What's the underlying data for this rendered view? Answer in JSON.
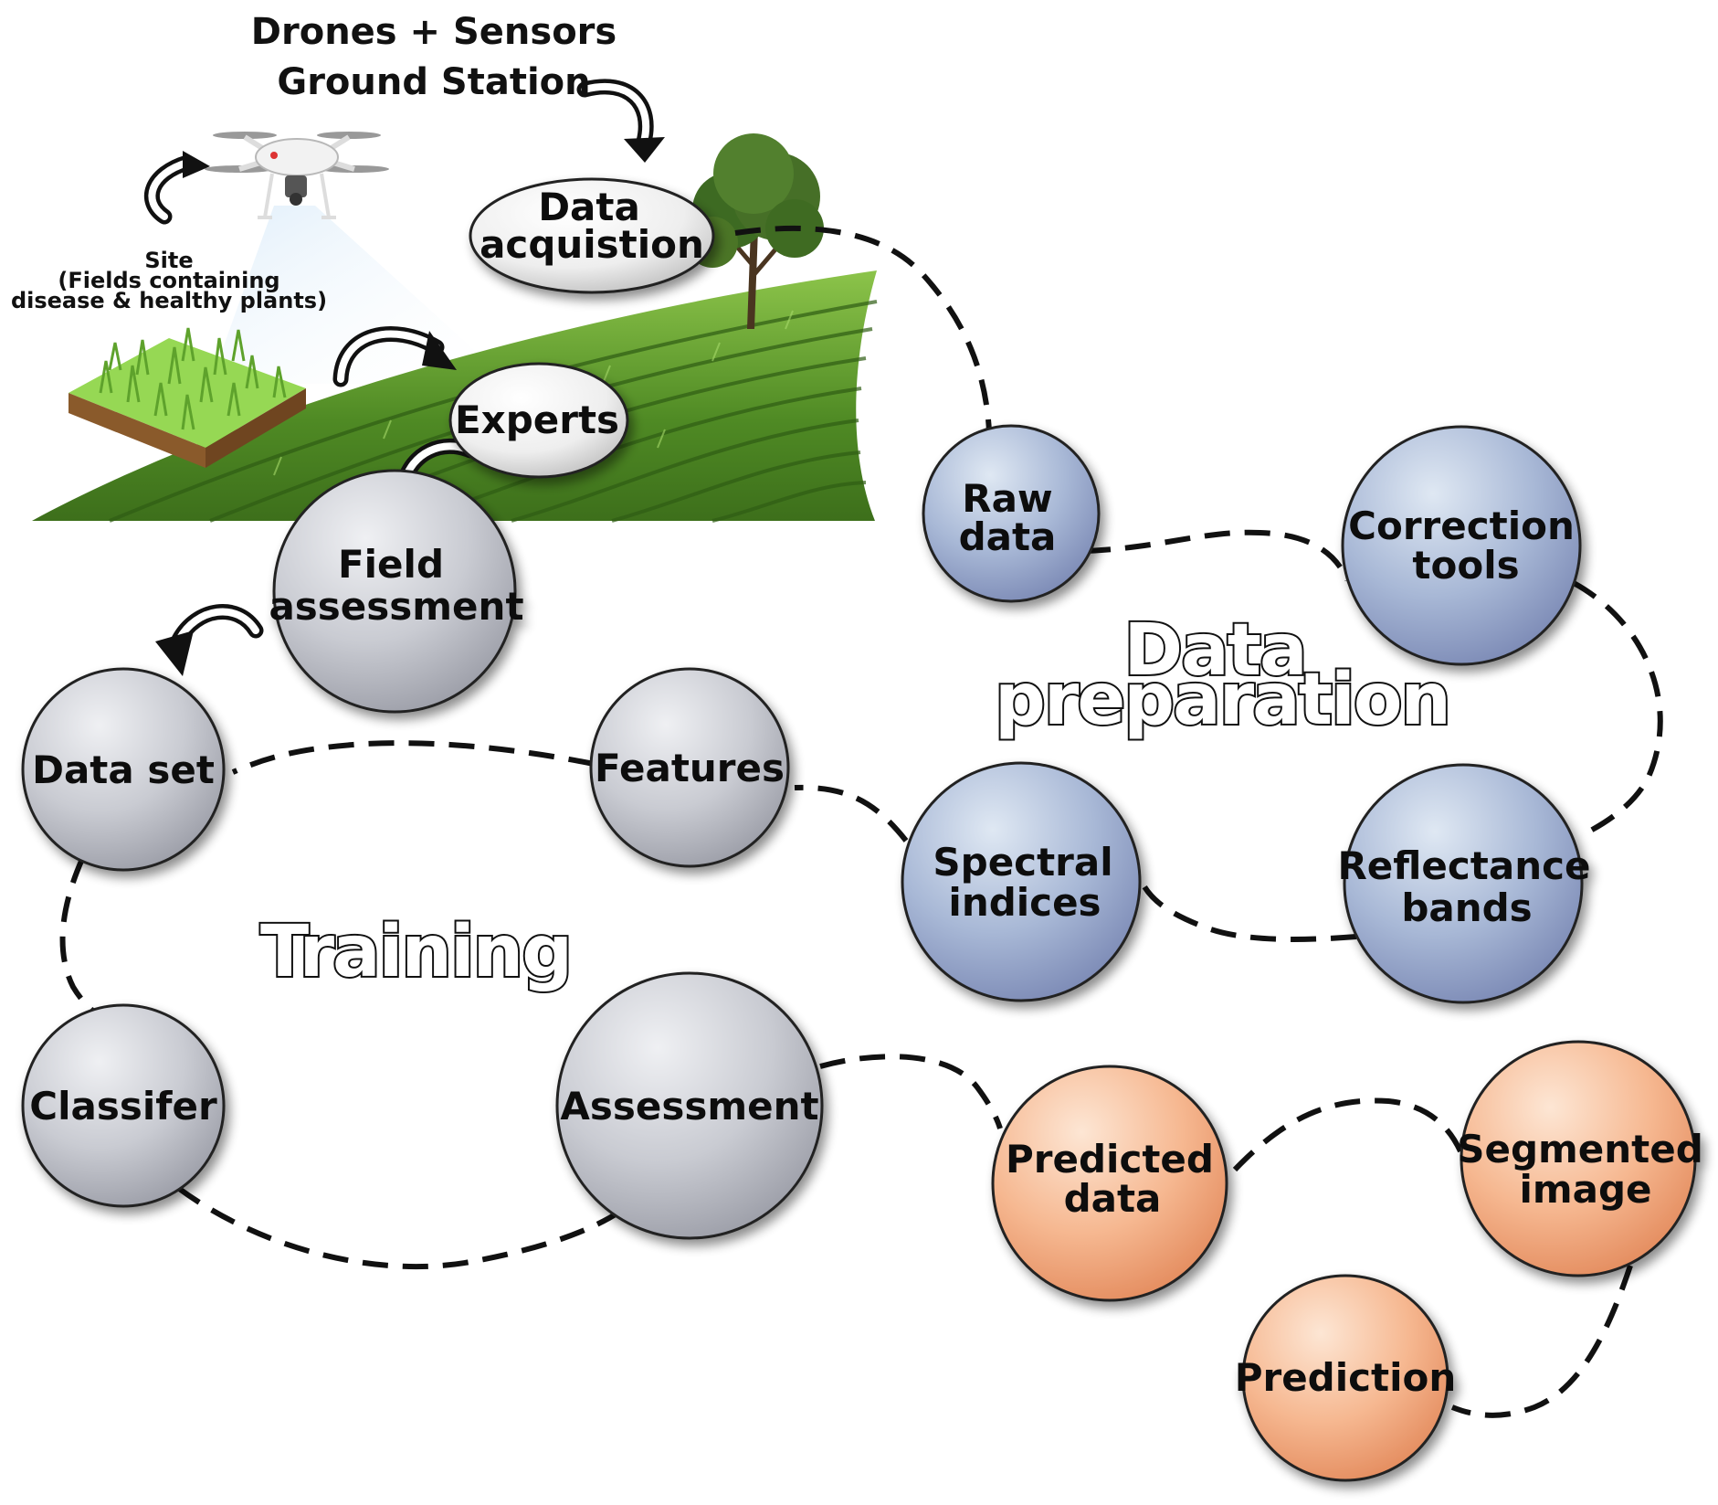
{
  "labels": {
    "drones_sensors": "Drones + Sensors",
    "ground_station": "Ground Station",
    "site_title": "Site",
    "site_line1": "(Fields containing",
    "site_line2": "disease & healthy plants)",
    "data_preparation_1": "Data",
    "data_preparation_2": "preparation",
    "training": "Training"
  },
  "nodes": {
    "data_acquisition": {
      "line1": "Data",
      "line2": "acquistion",
      "group": "acquisition"
    },
    "experts": {
      "line1": "Experts",
      "group": "acquisition"
    },
    "field_assessment": {
      "line1": "Field",
      "line2": "assessment",
      "group": "training"
    },
    "data_set": {
      "line1": "Data set",
      "group": "training"
    },
    "features": {
      "line1": "Features",
      "group": "training"
    },
    "classifer": {
      "line1": "Classifer",
      "group": "training"
    },
    "assessment": {
      "line1": "Assessment",
      "group": "training"
    },
    "raw_data": {
      "line1": "Raw",
      "line2": "data",
      "group": "preparation"
    },
    "correction_tools": {
      "line1": "Correction",
      "line2": "tools",
      "group": "preparation"
    },
    "spectral_indices": {
      "line1": "Spectral",
      "line2": "indices",
      "group": "preparation"
    },
    "reflectance_bands": {
      "line1": "Reflectance",
      "line2": "bands",
      "group": "preparation"
    },
    "predicted_data": {
      "line1": "Predicted",
      "line2": "data",
      "group": "prediction"
    },
    "segmented_image": {
      "line1": "Segmented",
      "line2": "image",
      "group": "prediction"
    },
    "prediction": {
      "line1": "Prediction",
      "group": "prediction"
    }
  },
  "colors": {
    "training_gray": "#c6c8cf",
    "preparation_blue": "#a6b5d3",
    "prediction_orange": "#f6b891",
    "field_green": "#5e9a2c",
    "grass_green": "#8fd34a",
    "soil_brown": "#8a5a2b"
  }
}
